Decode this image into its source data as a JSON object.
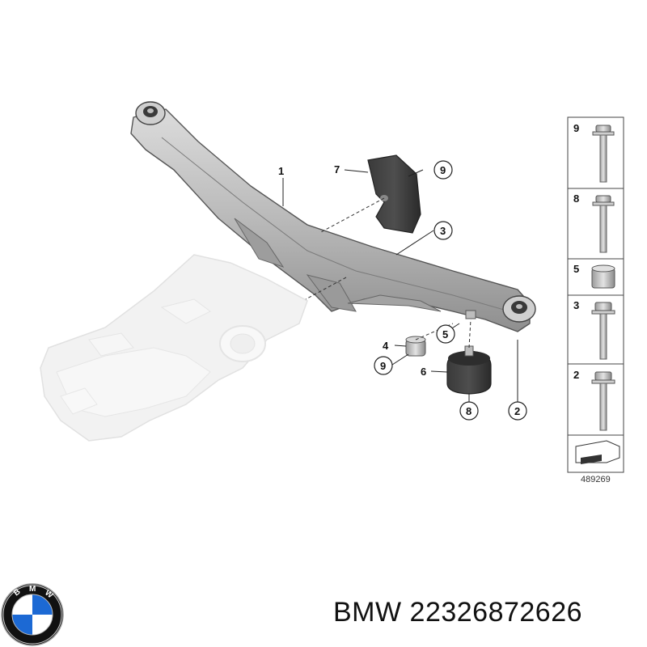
{
  "diagram": {
    "callouts": {
      "c1": "1",
      "c2": "2",
      "c3": "3",
      "c4": "4",
      "c5": "5",
      "c6": "6",
      "c7": "7",
      "c8": "8",
      "c9a": "9",
      "c9b": "9"
    },
    "legend": [
      "9",
      "8",
      "5",
      "3",
      "2"
    ],
    "ref_code": "489269"
  },
  "caption": {
    "brand": "BMW",
    "part_number": "22326872626",
    "text": "BMW 22326872626"
  },
  "logo": {
    "lettering": "BMW",
    "colors": {
      "blue": "#1c69d4",
      "white": "#ffffff",
      "ring": "#111111"
    }
  }
}
